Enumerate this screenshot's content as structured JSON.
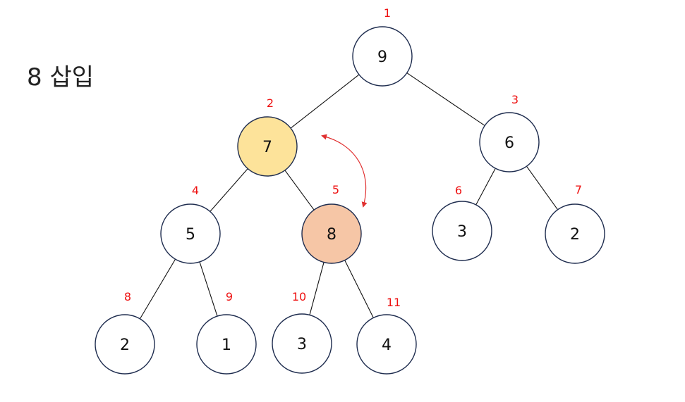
{
  "title": "8 삽입",
  "colors": {
    "index": "#ee1111",
    "swap_arrow": "#e03030",
    "default_fill": "#ffffff",
    "highlight_parent": "#fde39a",
    "highlight_inserted": "#f6c6a6"
  },
  "nodes": [
    {
      "index": "1",
      "value": "9",
      "fill": "default_fill"
    },
    {
      "index": "2",
      "value": "7",
      "fill": "highlight_parent"
    },
    {
      "index": "3",
      "value": "6",
      "fill": "default_fill"
    },
    {
      "index": "4",
      "value": "5",
      "fill": "default_fill"
    },
    {
      "index": "5",
      "value": "8",
      "fill": "highlight_inserted"
    },
    {
      "index": "6",
      "value": "3",
      "fill": "default_fill"
    },
    {
      "index": "7",
      "value": "2",
      "fill": "default_fill"
    },
    {
      "index": "8",
      "value": "2",
      "fill": "default_fill"
    },
    {
      "index": "9",
      "value": "1",
      "fill": "default_fill"
    },
    {
      "index": "10",
      "value": "3",
      "fill": "default_fill"
    },
    {
      "index": "11",
      "value": "4",
      "fill": "default_fill"
    }
  ],
  "edges": [
    [
      "1",
      "2"
    ],
    [
      "1",
      "3"
    ],
    [
      "2",
      "4"
    ],
    [
      "2",
      "5"
    ],
    [
      "3",
      "6"
    ],
    [
      "3",
      "7"
    ],
    [
      "4",
      "8"
    ],
    [
      "4",
      "9"
    ],
    [
      "5",
      "10"
    ],
    [
      "5",
      "11"
    ]
  ],
  "swap": [
    "2",
    "5"
  ]
}
